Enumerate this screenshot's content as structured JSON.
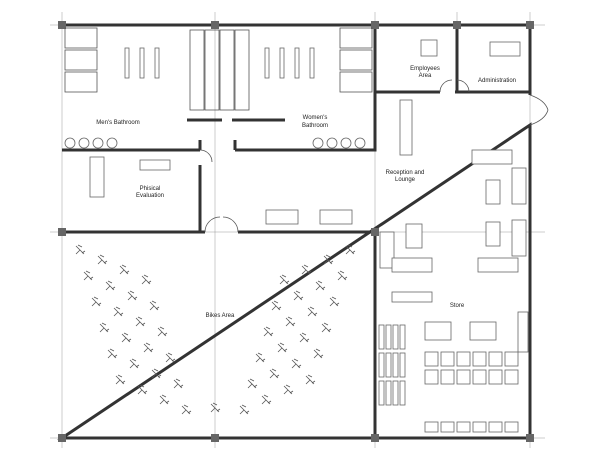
{
  "rooms": {
    "mens_bathroom": "Men's Bathroom",
    "womens_bathroom_1": "Women's",
    "womens_bathroom_2": "Bathroom",
    "employees_area_1": "Employees",
    "employees_area_2": "Area",
    "administration": "Administration",
    "reception_1": "Reception and",
    "reception_2": "Lounge",
    "physical_eval_1": "Phisical",
    "physical_eval_2": "Evaluation",
    "bikes_area": "Bikes Area",
    "store": "Store"
  },
  "colors": {
    "wall": "#333333",
    "line": "#666666"
  }
}
